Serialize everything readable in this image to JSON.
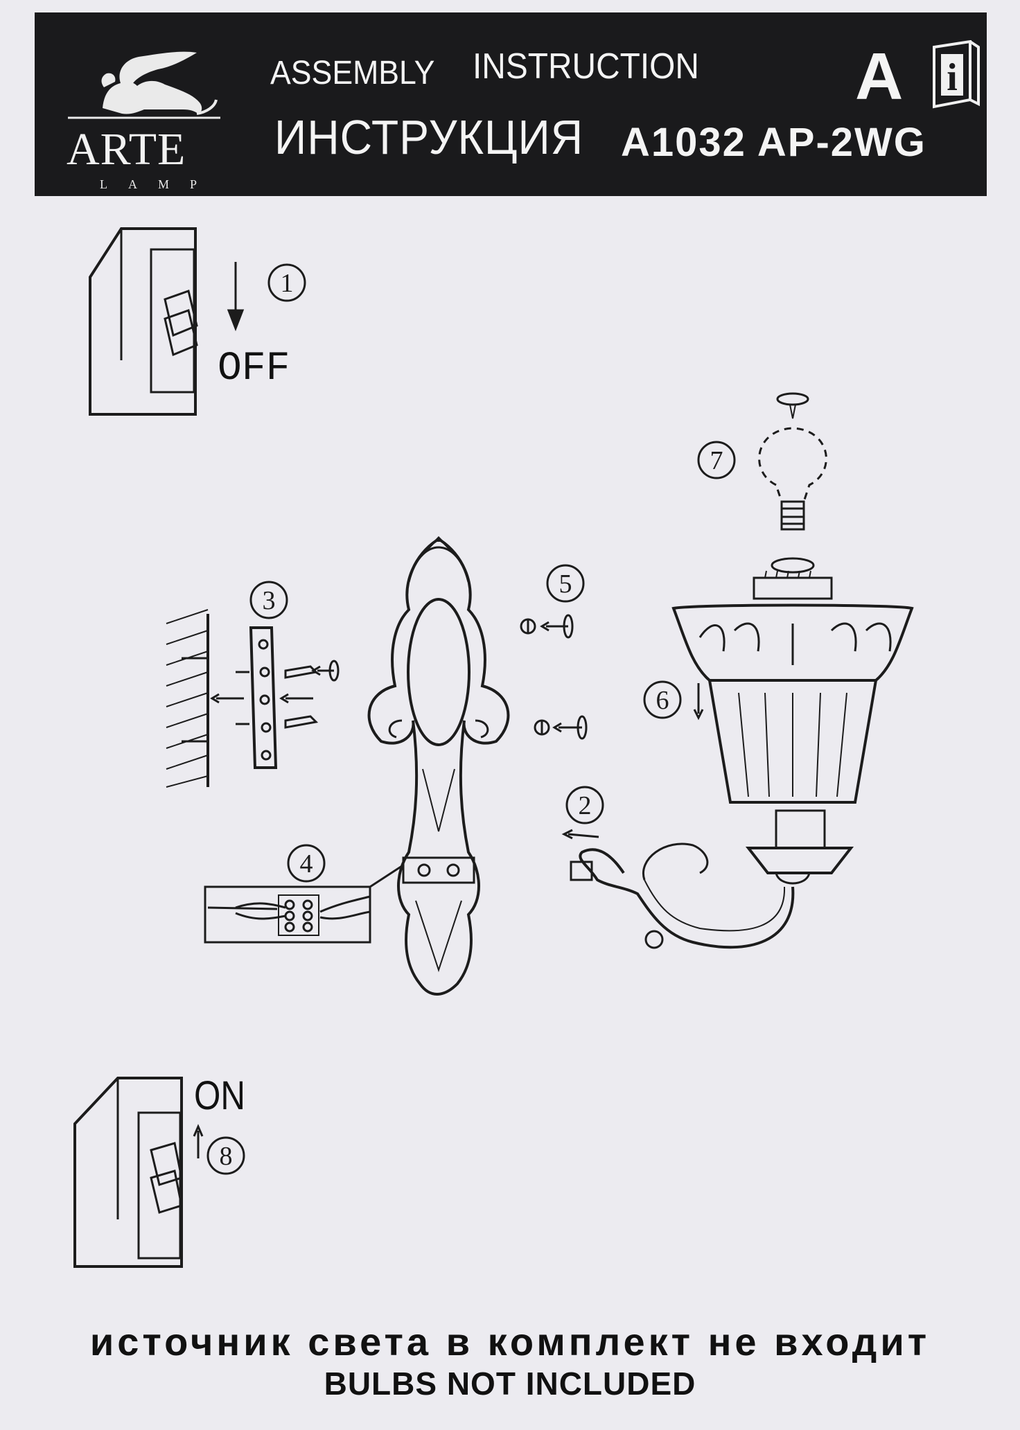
{
  "header": {
    "brand": "ARTE",
    "brand_sub": "LAMP",
    "title_en_1": "ASSEMBLY",
    "title_en_2": "INSTRUCTION",
    "title_ru": "ИНСТРУКЦИЯ",
    "model": "A1032 AP-2WG",
    "grade": "A",
    "info_glyph": "i"
  },
  "steps": {
    "s1": "1",
    "s2": "2",
    "s3": "3",
    "s4": "4",
    "s5": "5",
    "s6": "6",
    "s7": "7",
    "s8": "8"
  },
  "switch_off": "OFF",
  "switch_on": "ON",
  "footer": {
    "ru": "источник света в комплект не входит",
    "en": "BULBS NOT INCLUDED"
  },
  "icons": [
    "griffin-logo-icon",
    "book-info-icon",
    "wall-switch-icon",
    "bulb-icon",
    "screw-icon",
    "rotate-arrow-icon"
  ]
}
